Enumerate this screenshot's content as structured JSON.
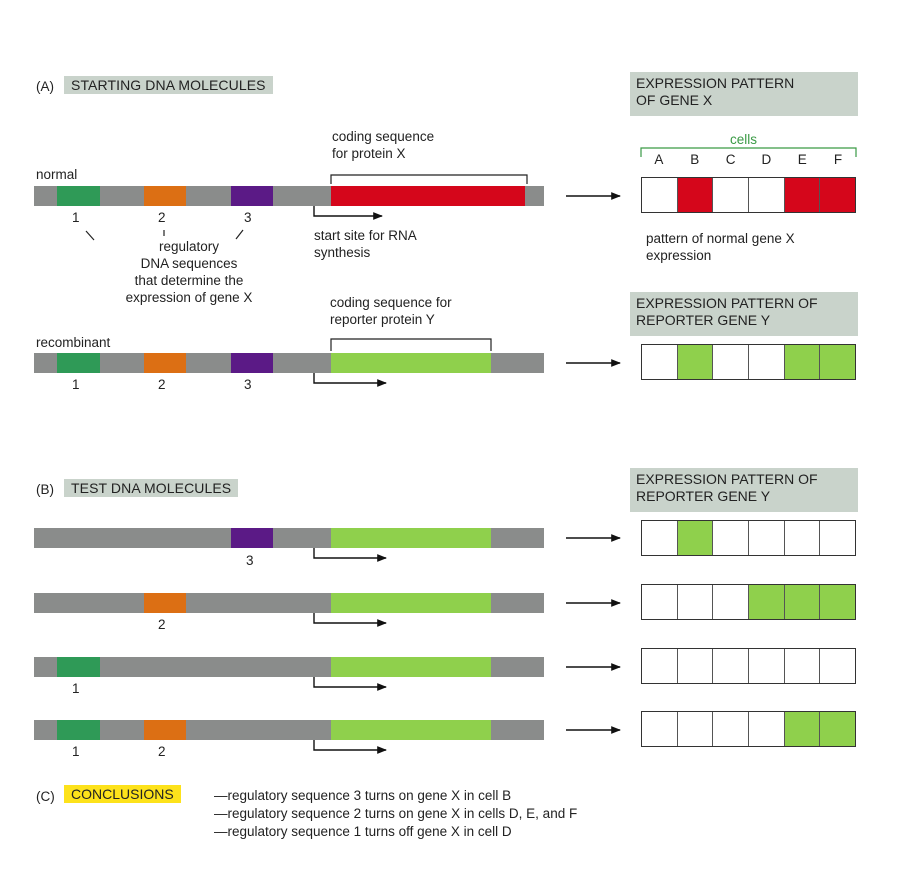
{
  "section_a": {
    "letter": "(A)",
    "title": "STARTING DNA MOLECULES",
    "normal_label": "normal",
    "recombinant_label": "recombinant",
    "coding_x": [
      "coding sequence",
      "for protein X"
    ],
    "coding_y": [
      "coding sequence for",
      "reporter protein Y"
    ],
    "start_site": [
      "start site for RNA",
      "synthesis"
    ],
    "regulatory": [
      "regulatory",
      "DNA sequences",
      "that determine the",
      "expression of gene X"
    ],
    "expr_x_header": [
      "EXPRESSION PATTERN",
      "OF GENE X"
    ],
    "cells_label": "cells",
    "cell_letters": [
      "A",
      "B",
      "C",
      "D",
      "E",
      "F"
    ],
    "normal_pattern_caption": [
      "pattern of normal gene X",
      "expression"
    ],
    "expr_y_header": [
      "EXPRESSION PATTERN OF",
      "REPORTER GENE Y"
    ],
    "normal_pattern": [
      0,
      1,
      0,
      0,
      1,
      1
    ],
    "recombinant_pattern": [
      0,
      1,
      0,
      0,
      1,
      1
    ]
  },
  "section_b": {
    "letter": "(B)",
    "title": "TEST DNA MOLECULES",
    "expr_y_header": [
      "EXPRESSION PATTERN OF",
      "REPORTER GENE Y"
    ],
    "tests": [
      {
        "elements": [
          "3"
        ],
        "pattern": [
          0,
          1,
          0,
          0,
          0,
          0
        ]
      },
      {
        "elements": [
          "2"
        ],
        "pattern": [
          0,
          0,
          0,
          1,
          1,
          1
        ]
      },
      {
        "elements": [
          "1"
        ],
        "pattern": [
          0,
          0,
          0,
          0,
          0,
          0
        ]
      },
      {
        "elements": [
          "1",
          "2"
        ],
        "pattern": [
          0,
          0,
          0,
          0,
          1,
          1
        ]
      }
    ]
  },
  "section_c": {
    "letter": "(C)",
    "title": "CONCLUSIONS",
    "lines": [
      "—regulatory sequence 3 turns on gene X in cell B",
      "—regulatory sequence 2 turns on gene X in cells D, E, and F",
      "—regulatory sequence 1 turns off gene X in cell D"
    ]
  },
  "numbers": {
    "one": "1",
    "two": "2",
    "three": "3"
  },
  "colors": {
    "dna": "#8a8c8b",
    "reg1": "#2f9a57",
    "reg2": "#dc6f14",
    "reg3": "#5b1a86",
    "protein_x": "#d5061b",
    "reporter_y": "#8fd04c",
    "header_bg": "#c9d3cb",
    "conclusion_bg": "#fde21b"
  }
}
